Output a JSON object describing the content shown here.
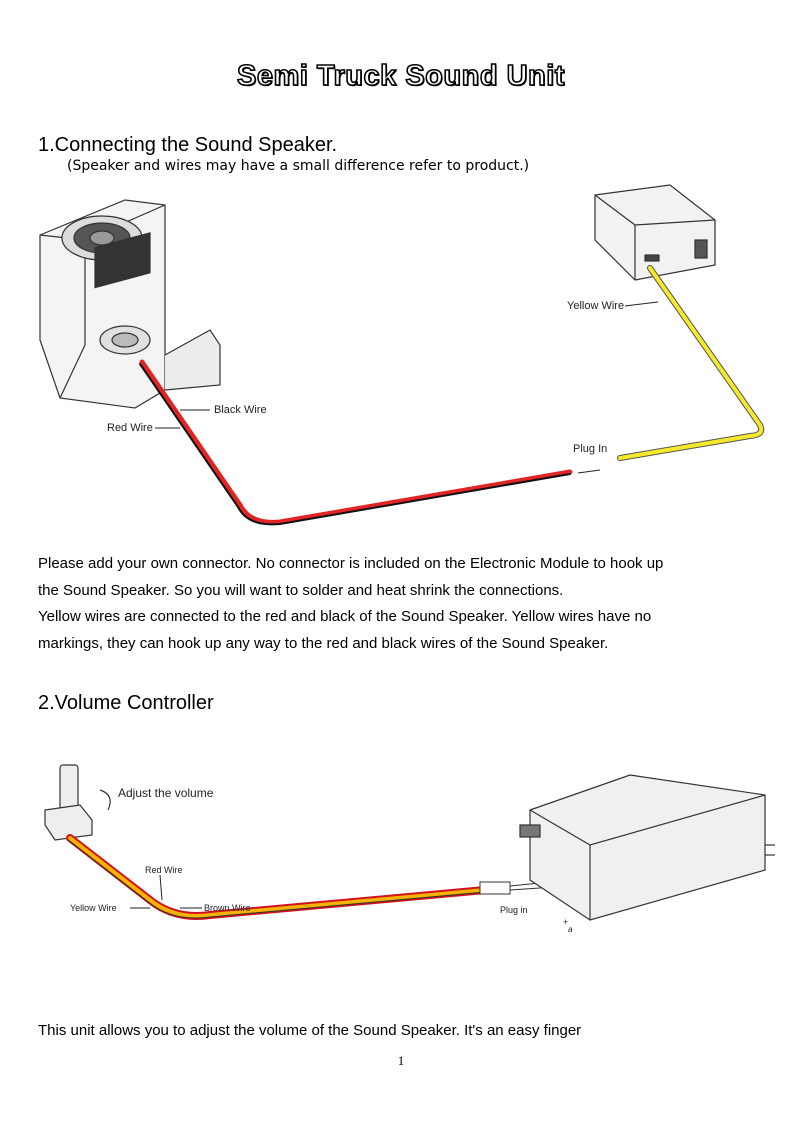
{
  "title": "Semi Truck Sound Unit",
  "section1": {
    "heading": "1.Connecting the Sound Speaker.",
    "note": "(Speaker and wires may have a small difference refer to product.)",
    "figure_labels": {
      "yellow_wire": "Yellow Wire",
      "black_wire": "Black Wire",
      "red_wire": "Red Wire",
      "plug_in": "Plug In"
    },
    "paragraph": [
      "Please add your own connector. No connector is included on the Electronic Module to hook up",
      "the Sound Speaker. So you will want to solder and heat shrink the connections.",
      "Yellow wires are connected to the red and black of the Sound Speaker. Yellow wires have no",
      "markings, they can hook up any way to the red and black wires of the Sound Speaker."
    ]
  },
  "section2": {
    "heading": "2.Volume Controller",
    "figure_labels": {
      "adjust": "Adjust the volume",
      "red_wire": "Red Wire",
      "yellow_wire": "Yellow Wire",
      "brown_wire": "Brown Wire",
      "plug_in": "Plug in",
      "plus": "+",
      "a": "a"
    },
    "paragraph": [
      "This unit allows you to adjust the volume of the Sound Speaker. It's an easy finger"
    ]
  },
  "page_number": "1"
}
